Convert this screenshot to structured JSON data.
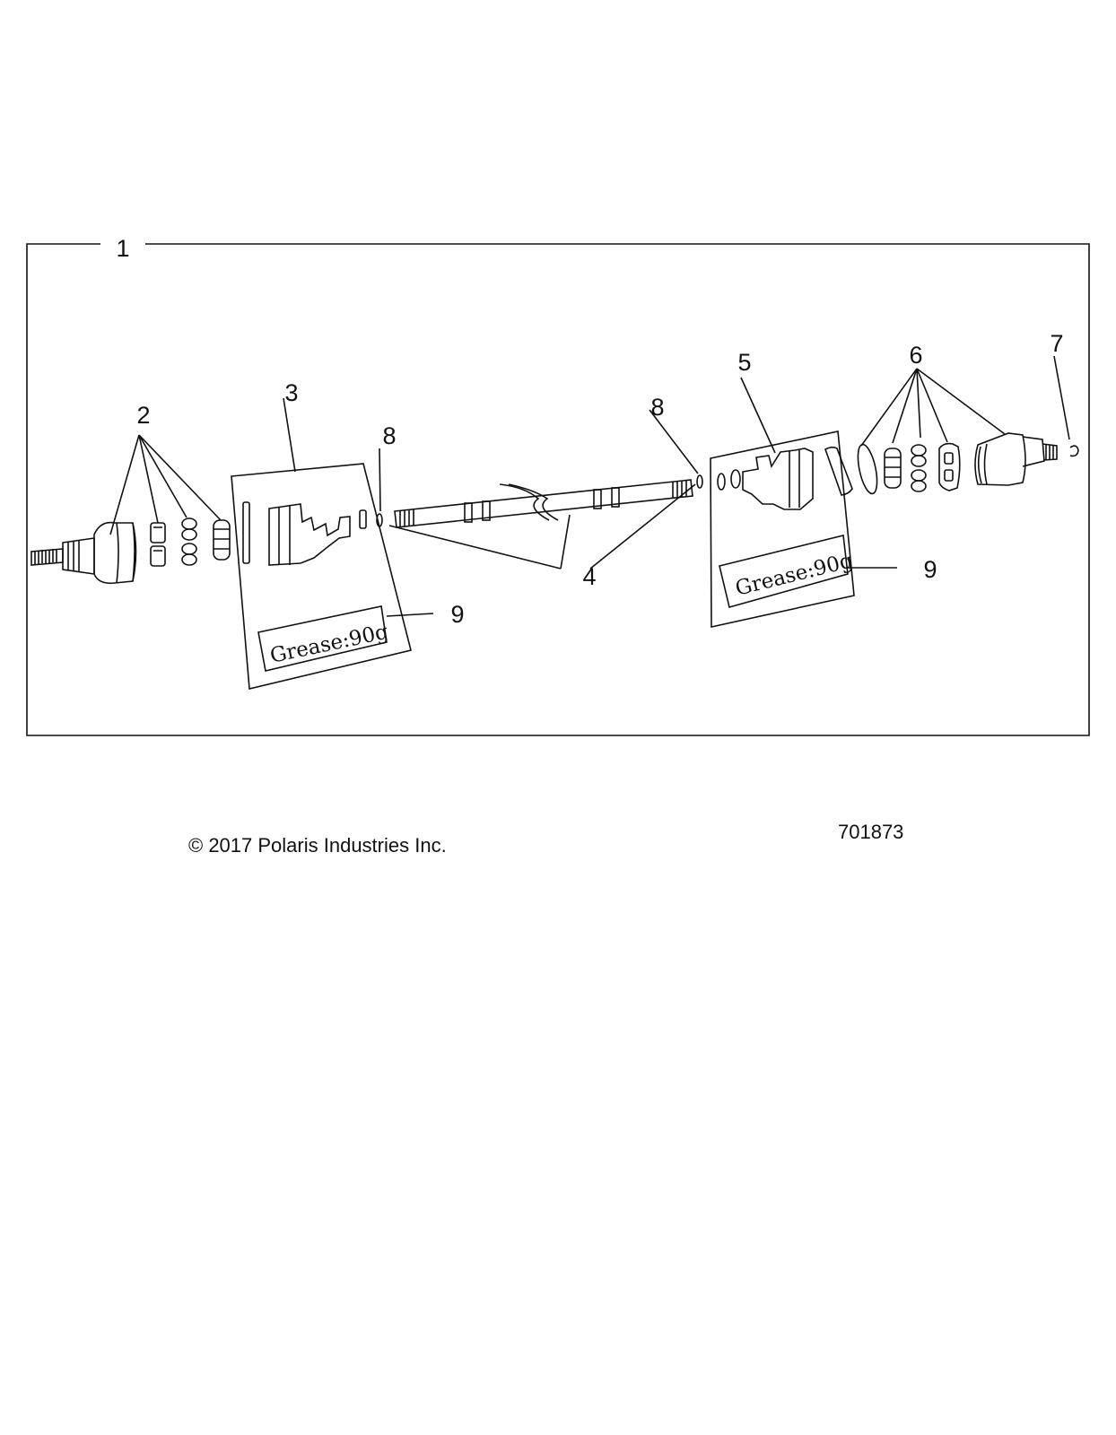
{
  "callouts": {
    "c1": "1",
    "c2": "2",
    "c3": "3",
    "c4": "4",
    "c5": "5",
    "c6": "6",
    "c7": "7",
    "c8_left": "8",
    "c8_right": "8",
    "c9_left": "9",
    "c9_right": "9"
  },
  "grease_labels": {
    "left": "Grease:90g",
    "right": "Grease:90g"
  },
  "footer": {
    "copyright": "© 2017 Polaris Industries Inc.",
    "diagram_id": "701873"
  }
}
